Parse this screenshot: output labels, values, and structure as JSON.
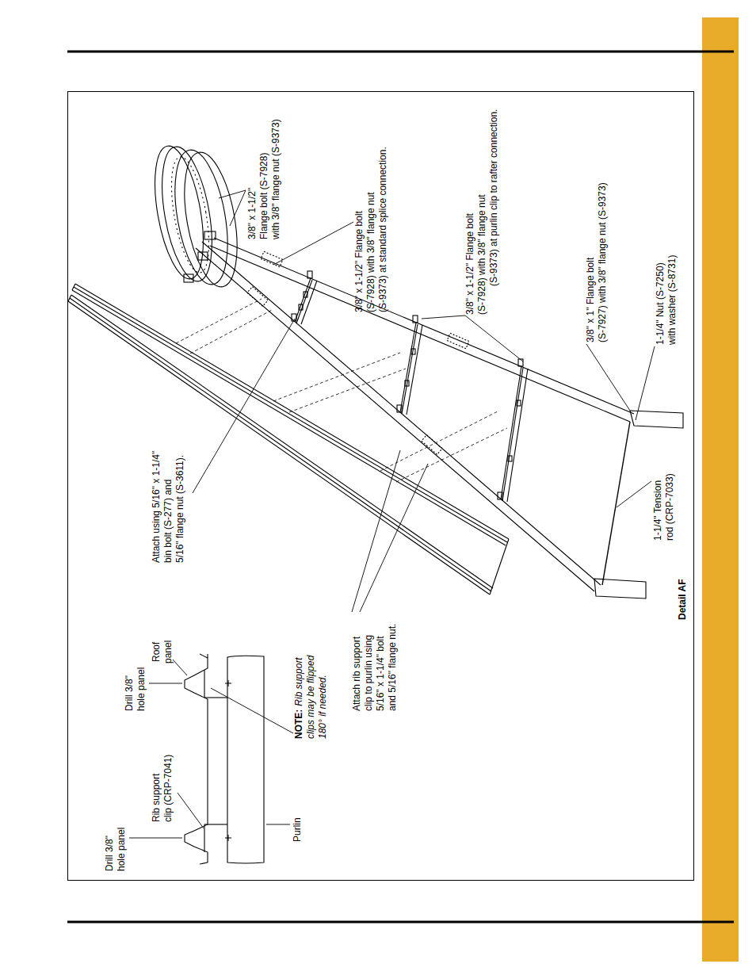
{
  "diagram": {
    "labels": [
      "3/8\" x 1-1/2\" Flange bolt (S-7928) with 3/8\" flange nut (S-9373)",
      "3/8\" x 1-1/2\" Flange bolt (S-7928) with 3/8\" flange nut (S-9373) at standard splice connection.",
      "3/8\" x 1-1/2\" Flange bolt (S-7928) with 3/8\" flange nut (S-9373) at purlin clip to rafter connection.",
      "3/8\" x 1\" Flange bolt (S-7927) with 3/8\" flange nut (S-9373)",
      "1-1/4\" Nut (S-7250) with washer (S-8731)",
      "1-1/4\" Tension rod (CRP-7033)",
      "Detail AF",
      "Attach using 5/16\" x 1-1/4\" bin bolt (S-277) and 5/16\" flange nut (S-3611).",
      "Attach rib support clip to purlin using 5/16\" x 1-1/4\" bolt and 5/16\" flange nut.",
      "Drill 3/8\" hole panel",
      "Drill 3/8\" hole panel",
      "Rib support clip (CRP-7041)",
      "Roof panel",
      "NOTE:",
      "Rib support clips may be flipped 180° if needed.",
      "Purlin"
    ]
  }
}
